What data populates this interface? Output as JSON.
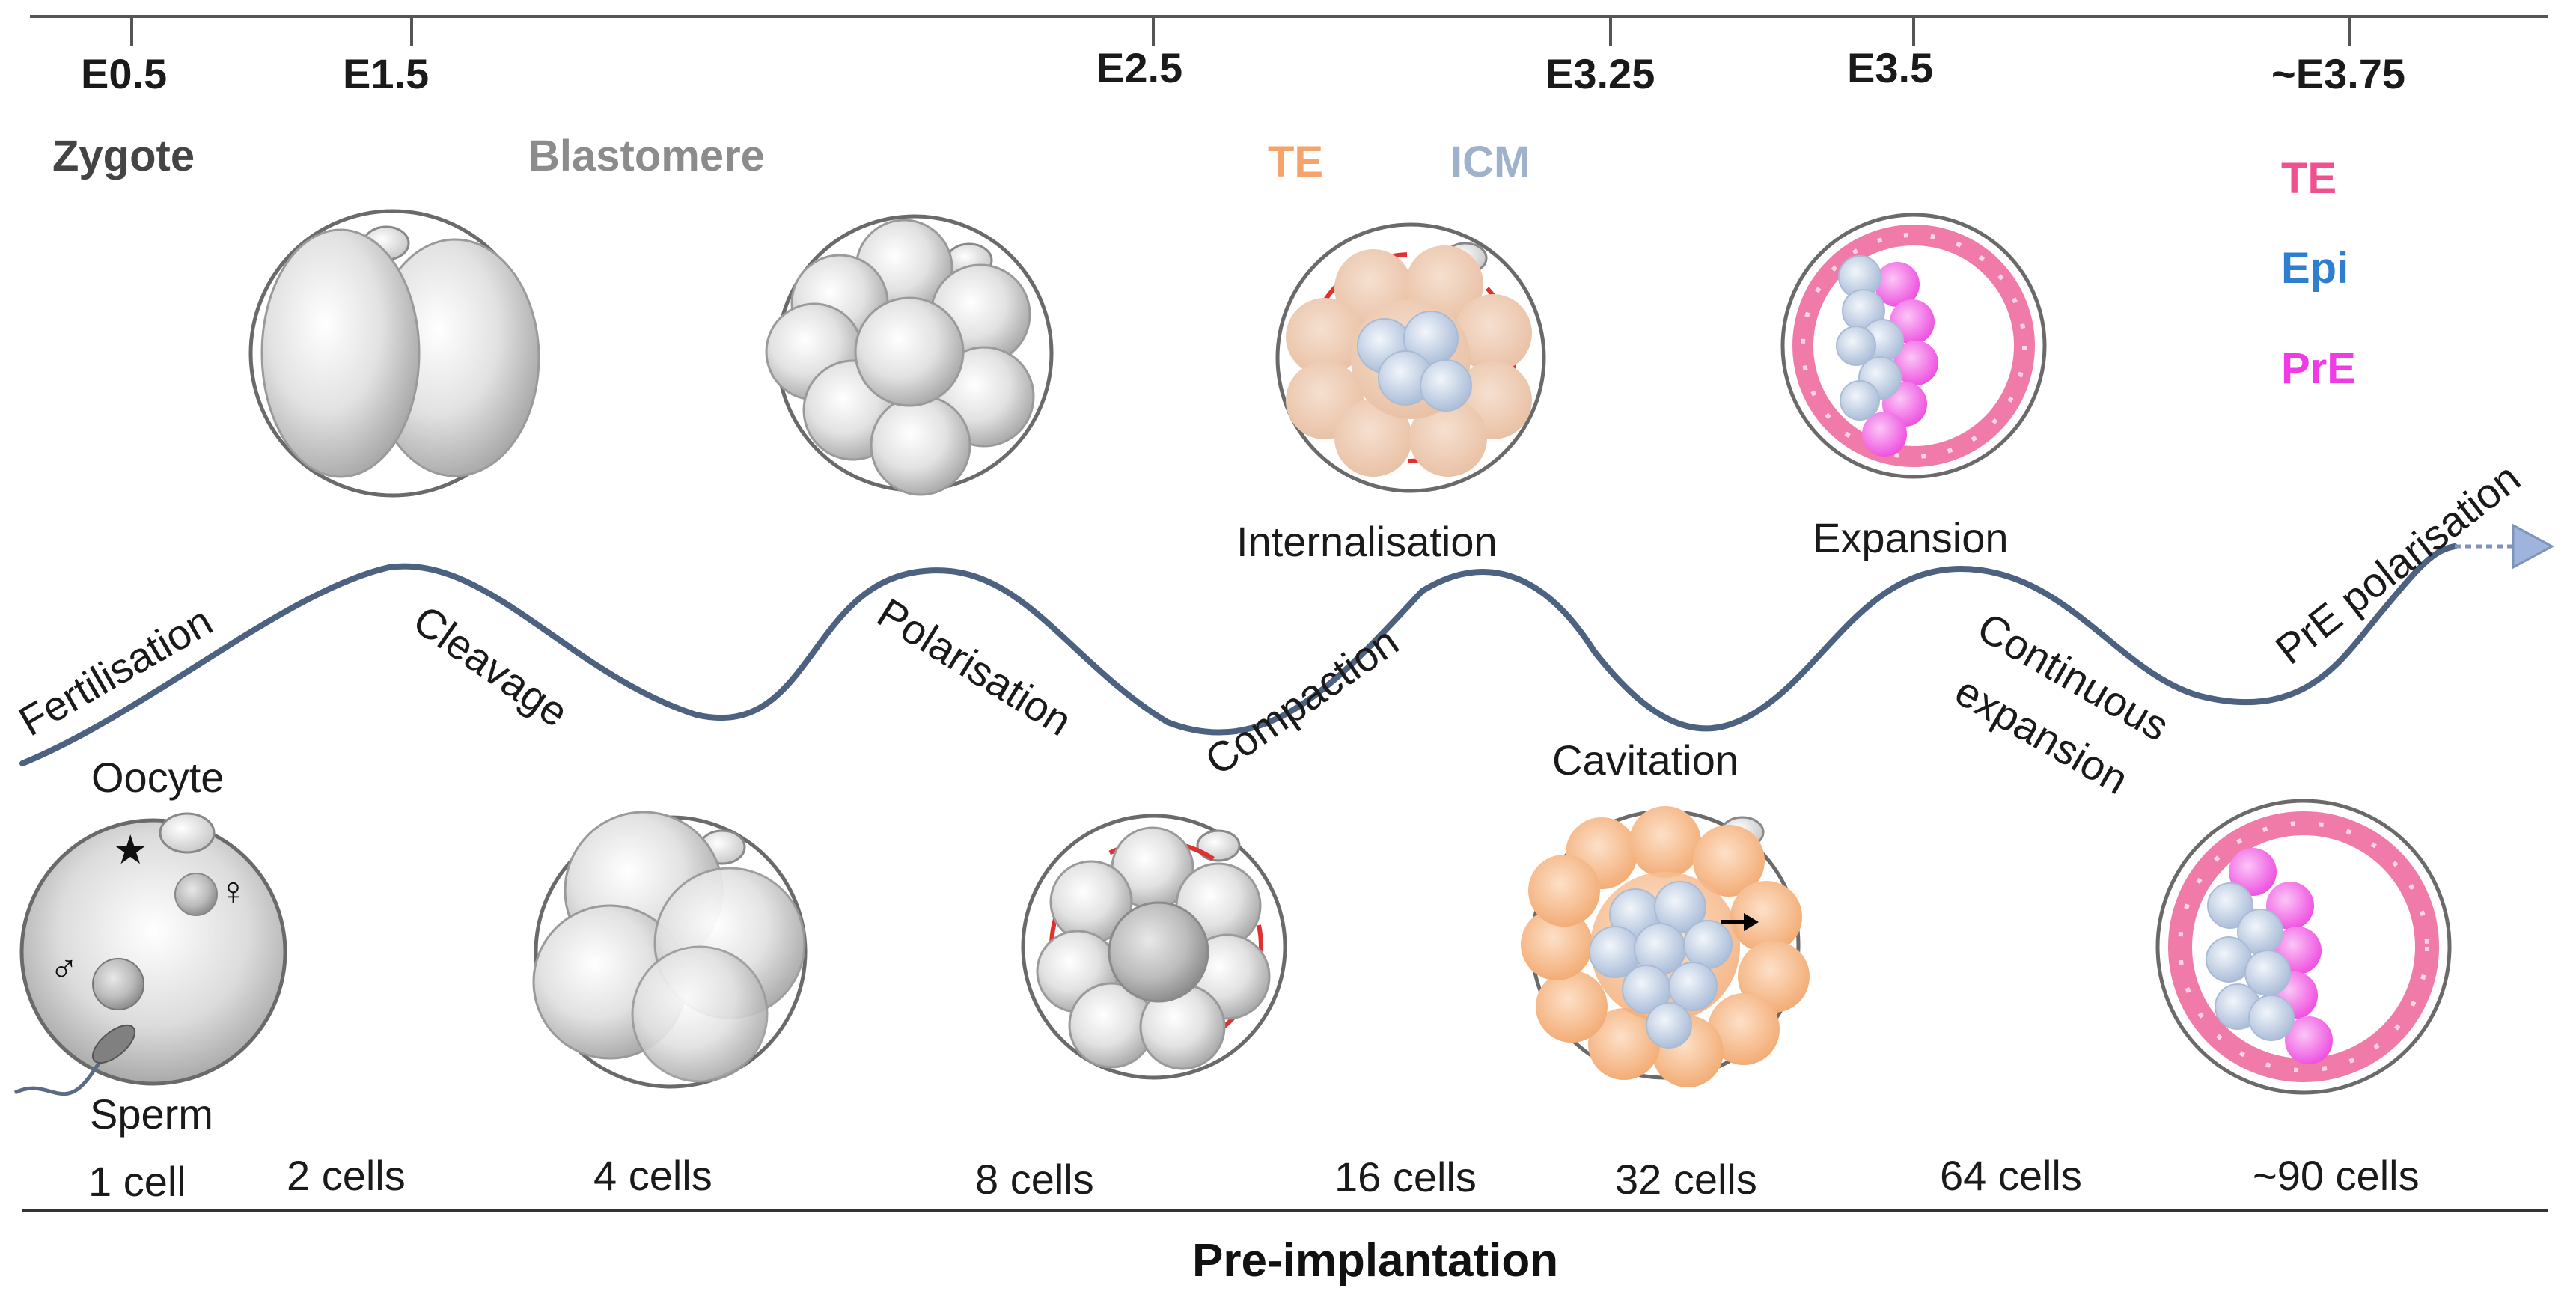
{
  "timeline": {
    "stages": [
      "E0.5",
      "E1.5",
      "E2.5",
      "E3.25",
      "E3.5",
      "~E3.75"
    ]
  },
  "cell_types": {
    "zygote": "Zygote",
    "blastomere": "Blastomere",
    "te_top": "TE",
    "icm": "ICM",
    "te_right": "TE",
    "epi": "Epi",
    "pre": "PrE"
  },
  "processes": {
    "fertilisation": "Fertilisation",
    "cleavage": "Cleavage",
    "polarisation": "Polarisation",
    "compaction": "Compaction",
    "internalisation": "Internalisation",
    "cavitation": "Cavitation",
    "expansion": "Expansion",
    "continuous_1": "Continuous",
    "continuous_2": "expansion",
    "pre_polarisation": "PrE polarisation"
  },
  "oocyte": {
    "oocyte_label": "Oocyte",
    "sperm_label": "Sperm",
    "star_symbol": "★",
    "female_symbol": "♀",
    "male_symbol": "♂"
  },
  "cell_counts": [
    "1 cell",
    "2 cells",
    "4 cells",
    "8 cells",
    "16 cells",
    "32 cells",
    "64 cells",
    "~90 cells"
  ],
  "footer": {
    "phase": "Pre-implantation"
  },
  "colors": {
    "line": "#4a4a4a",
    "wave": "#4d6180",
    "te": "#f4a46a",
    "icm": "#9fb2cc",
    "te_pink": "#f0508f",
    "epi": "#2f7fd0",
    "pre": "#f03ae8",
    "zygote": "#444444",
    "blastomere": "#8c8c8c"
  }
}
